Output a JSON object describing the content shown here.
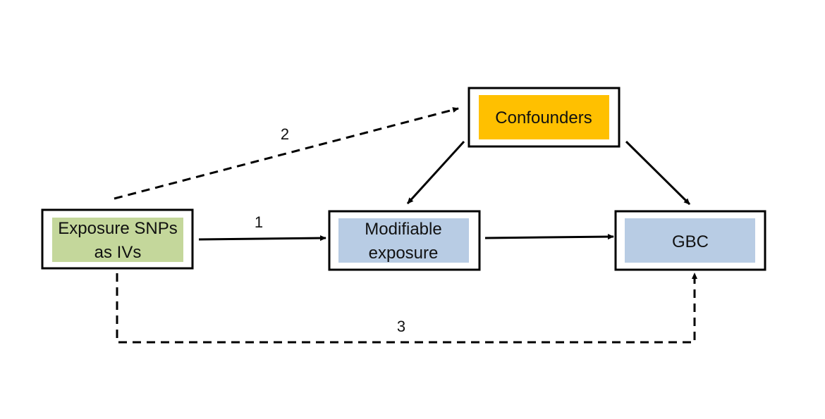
{
  "colors": {
    "exposure_snps_fill": "#c4d79b",
    "confounders_fill": "#ffc000",
    "modifiable_exposure_fill": "#b8cce4",
    "gbc_fill": "#b8cce4",
    "border": "#000000",
    "edge": "#000000"
  },
  "nodes": {
    "exposure_snps": {
      "line1": "Exposure SNPs",
      "line2": "as IVs"
    },
    "confounders": {
      "label": "Confounders"
    },
    "modifiable_exposure": {
      "line1": "Modifiable",
      "line2": "exposure"
    },
    "gbc": {
      "label": "GBC"
    }
  },
  "edges": {
    "path_1": {
      "label": "1",
      "style": "solid"
    },
    "path_2": {
      "label": "2",
      "style": "dashed"
    },
    "path_3": {
      "label": "3",
      "style": "dashed"
    },
    "confounders_to_exposure": {
      "style": "solid"
    },
    "confounders_to_gbc": {
      "style": "solid"
    },
    "exposure_to_gbc": {
      "style": "solid"
    }
  }
}
